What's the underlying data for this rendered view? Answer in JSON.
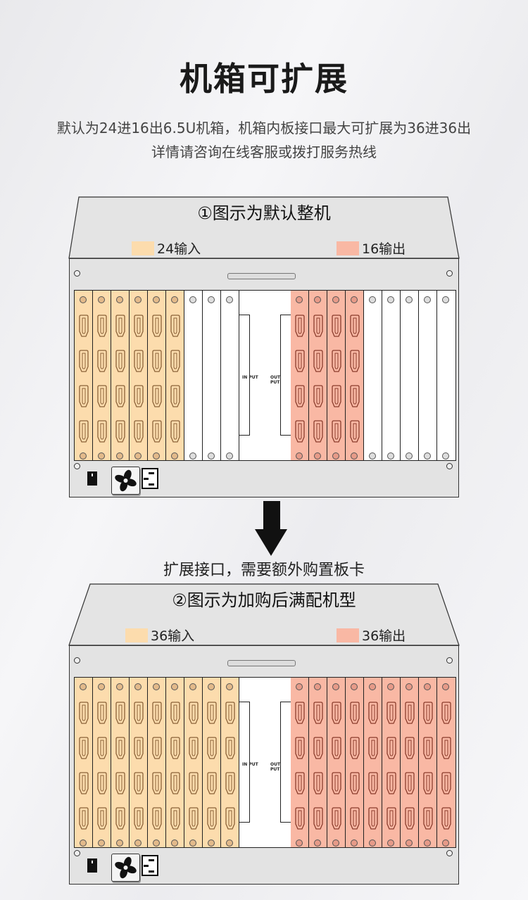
{
  "header": {
    "title": "机箱可扩展",
    "subtitle_line1": "默认为24进16出6.5U机箱，机箱内板接口最大可扩展为36进36出",
    "subtitle_line2": "详情请咨询在线客服或拨打服务热线"
  },
  "colors": {
    "input": "#fcdcad",
    "output": "#f9b8a4",
    "input_dot": "#e2b98a",
    "output_dot": "#e69a88"
  },
  "chassis": [
    {
      "title": "①图示为默认整机",
      "input_label": "24输入",
      "output_label": "16输出",
      "input_cards": 6,
      "output_cards": 4,
      "slots_per_side": 9,
      "center_in": "IN PUT",
      "center_out": "OUT PUT"
    },
    {
      "title": "②图示为加购后满配机型",
      "input_label": "36输入",
      "output_label": "36输出",
      "input_cards": 9,
      "output_cards": 9,
      "slots_per_side": 9,
      "center_in": "IN PUT",
      "center_out": "OUT PUT"
    }
  ],
  "arrow_caption": "扩展接口，需要额外购置板卡"
}
